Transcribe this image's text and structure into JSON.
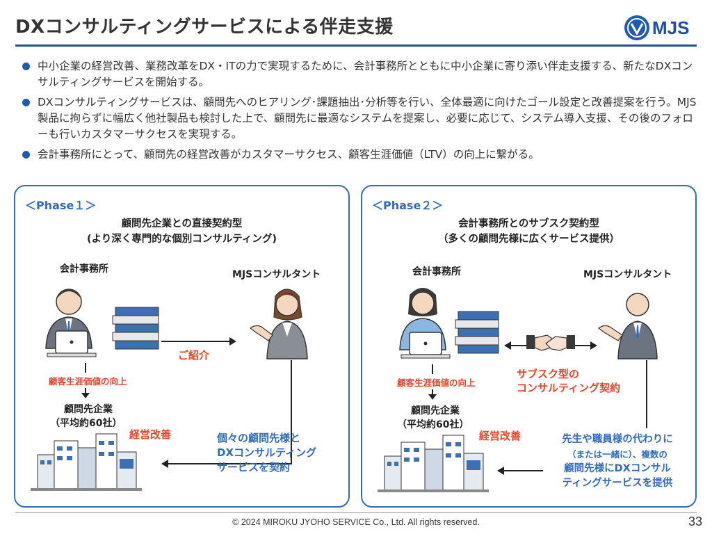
{
  "header": {
    "title": "DXコンサルティングサービスによる伴走支援",
    "logo_text": "MJS"
  },
  "bullets": [
    "中小企業の経営改善、業務改革をDX・ITの力で実現するために、会計事務所とともに中小企業に寄り添い伴走支援する、新たなDXコンサルティングサービスを開始する。",
    "DXコンサルティングサービスは、顧問先へのヒアリング･課題抽出･分析等を行い、全体最適に向けたゴール設定と改善提案を行う。MJS製品に拘らずに幅広く他社製品も検討した上で、顧問先に最適なシステムを提案し、必要に応じて、システム導入支援、その後のフォローも行いカスタマーサクセスを実現する。",
    "会計事務所にとって、顧問先の経営改善がカスタマーサクセス、顧客生涯価値（LTV）の向上に繋がる。"
  ],
  "phase1": {
    "label": "＜Phase１＞",
    "title1": "顧問先企業との直接契約型",
    "title2": "(より深く専門的な個別コンサルティング)",
    "accounting_firm": "会計事務所",
    "consultant": "MJSコンサルタント",
    "intro": "ご紹介",
    "ltv": "顧客生涯価値の向上",
    "client_companies": "顧問先企業",
    "client_avg": "（平均約60社）",
    "improvement": "経営改善",
    "contract_line1": "個々の顧問先様と",
    "contract_line2": "DXコンサルティング",
    "contract_line3": "サービスを契約"
  },
  "phase2": {
    "label": "＜Phase２＞",
    "title1": "会計事務所とのサブスク契約型",
    "title2": "（多くの顧問先様に広くサービス提供）",
    "accounting_firm": "会計事務所",
    "consultant": "MJSコンサルタント",
    "subscription_line1": "サブスク型の",
    "subscription_line2": "コンサルティング契約",
    "ltv": "顧客生涯価値の向上",
    "client_companies": "顧問先企業",
    "client_avg": "（平均約60社）",
    "improvement": "経営改善",
    "service_line1": "先生や職員様の代わりに",
    "service_line2": "（または一緒に）、複数の",
    "service_line3": "顧問先様にDXコンサル",
    "service_line4": "ティングサービスを提供"
  },
  "footer": {
    "copyright": "© 2024 MIROKU JYOHO SERVICE Co., Ltd. All rights reserved.",
    "page": "33"
  },
  "colors": {
    "accent_blue": "#2f6bbf",
    "accent_red": "#e8442a"
  }
}
